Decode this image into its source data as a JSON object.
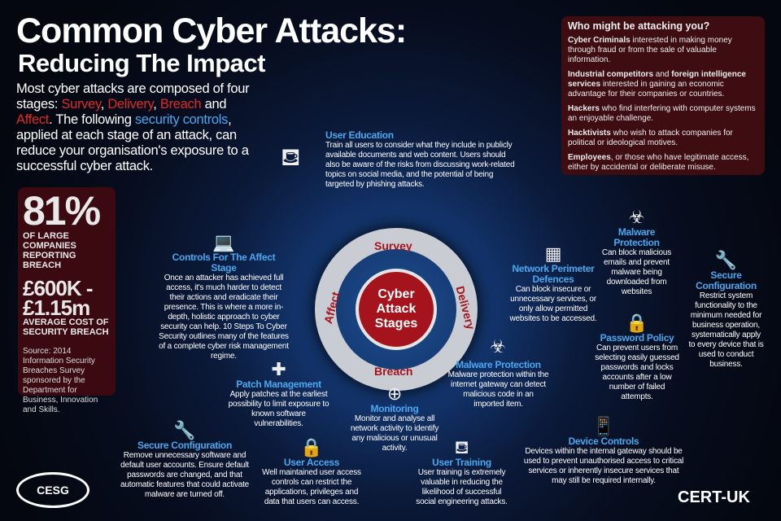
{
  "title": {
    "line1": "Common Cyber Attacks:",
    "line2": "Reducing The Impact"
  },
  "intro": {
    "p1": "Most cyber attacks are composed of four stages: ",
    "survey": "Survey",
    "c1": ", ",
    "delivery": "Delivery",
    "c2": ", ",
    "breach": "Breach",
    "and": " and ",
    "affect": "Affect",
    "p2": ". The following ",
    "controls": "security controls",
    "p3": ", applied at each stage of an attack, can reduce your organisation's exposure to a successful cyber attack."
  },
  "stats": {
    "pct": "81%",
    "pct_caption": "OF LARGE COMPANIES REPORTING BREACH",
    "cost": "£600K - £1.15m",
    "cost_caption": "AVERAGE COST OF SECURITY BREACH",
    "source": "Source: 2014 Information Security Breaches Survey sponsored by the Department for Business, Innovation and Skills."
  },
  "attackers": {
    "title": "Who might be attacking you?",
    "items": [
      {
        "bold": "Cyber Criminals",
        "text": " interested in making money through fraud or from the sale of valuable information."
      },
      {
        "bold": "Industrial competitors",
        "text": " and ",
        "bold2": "foreign intelligence services",
        "text2": " interested in gaining an economic advantage for their companies or countries."
      },
      {
        "bold": "Hackers",
        "text": " who find interfering with computer systems an enjoyable challenge."
      },
      {
        "bold": "Hacktivists",
        "text": " who wish to attack companies for political or ideological motives."
      },
      {
        "bold": "Employees",
        "text": ", or those who have legitimate access, either by accidental or deliberate misuse."
      }
    ]
  },
  "center": {
    "label": "Cyber Attack Stages",
    "stages": [
      "Survey",
      "Delivery",
      "Breach",
      "Affect"
    ]
  },
  "controls": [
    {
      "title": "User Education",
      "text": "Train all users to consider what they include in publicly available documents and web content. Users should also be aware of the risks from discussing work-related topics on social media, and the potential of being targeted by phishing attacks.",
      "icon": "presenter-icon"
    },
    {
      "title": "Controls For The Affect Stage",
      "text": "Once an attacker has achieved full access, it's much harder to detect their actions and eradicate their presence.  This is where a more in-depth, holistic approach to cyber security can help. 10 Steps To Cyber Security outlines many of the features of a  complete cyber risk management regime.",
      "icon": "laptop-lock-icon"
    },
    {
      "title": "Network Perimeter Defences",
      "text": "Can block insecure or unnecessary services, or only allow permitted websites to be accessed.",
      "icon": "firewall-icon"
    },
    {
      "title": "Malware Protection",
      "text": "Can block malicious emails and prevent malware being downloaded from websites",
      "icon": "biohazard-shield-icon"
    },
    {
      "title": "Password Policy",
      "text": "Can prevent users from selecting easily guessed passwords and locks accounts after a low number of failed attempts.",
      "icon": "padlock-password-icon"
    },
    {
      "title": "Secure Configuration",
      "text": "Restrict system functionality to the minimum needed for business operation, systematically apply to every device that is used to conduct business.",
      "icon": "tools-icon"
    },
    {
      "title": "Patch Management",
      "text": "Apply patches at the earliest possibility to limit exposure to known software vulnerabilities.",
      "icon": "bandage-icon"
    },
    {
      "title": "Malware Protection",
      "text": "Malware protection within the internet gateway can detect malicious code in an imported item.",
      "icon": "biohazard-shield-icon"
    },
    {
      "title": "Monitoring",
      "text": "Monitor and analyse all network activity to identify any malicious or unusual activity.",
      "icon": "crosshair-icon"
    },
    {
      "title": "Secure Configuration",
      "text": "Remove unnecessary software and default user accounts. Ensure default passwords are changed, and that automatic features that could activate malware are turned off.",
      "icon": "tools-icon"
    },
    {
      "title": "User Access",
      "text": "Well maintained user access controls can restrict the applications, privileges and data that users can access.",
      "icon": "padlock-icon"
    },
    {
      "title": "User Training",
      "text": "User training is extremely valuable in reducing the likelihood of successful social engineering attacks.",
      "icon": "presenter-icon"
    },
    {
      "title": "Device Controls",
      "text": "Devices within the internal gateway should be used to prevent unauthorised access to critical services or inherently insecure services that may still be required internally.",
      "icon": "mobile-device-icon"
    }
  ],
  "logos": {
    "cesg": "CESG",
    "certuk": "CERT-UK"
  },
  "colors": {
    "accent_red": "#a5141c",
    "accent_blue": "#4aa8f0",
    "panel": "#3d0d12"
  }
}
